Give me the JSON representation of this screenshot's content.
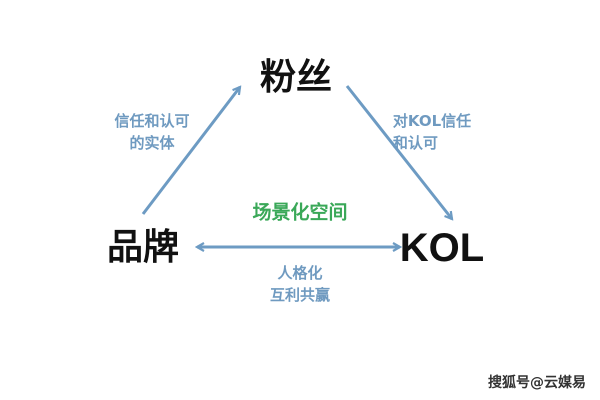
{
  "nodes": {
    "fans": "粉丝",
    "brand": "品牌",
    "kol": "KOL"
  },
  "edges": {
    "brand_to_fans": [
      "信任和认可",
      "的实体"
    ],
    "fans_to_kol": [
      "对KOL信任",
      "和认可"
    ],
    "brand_kol": [
      "人格化",
      "互利共赢"
    ]
  },
  "center_label": "场景化空间",
  "watermark": "搜狐号@云媒易",
  "colors": {
    "arrow": "#6d9bc3",
    "center": "#3aa858",
    "node": "#111111"
  }
}
